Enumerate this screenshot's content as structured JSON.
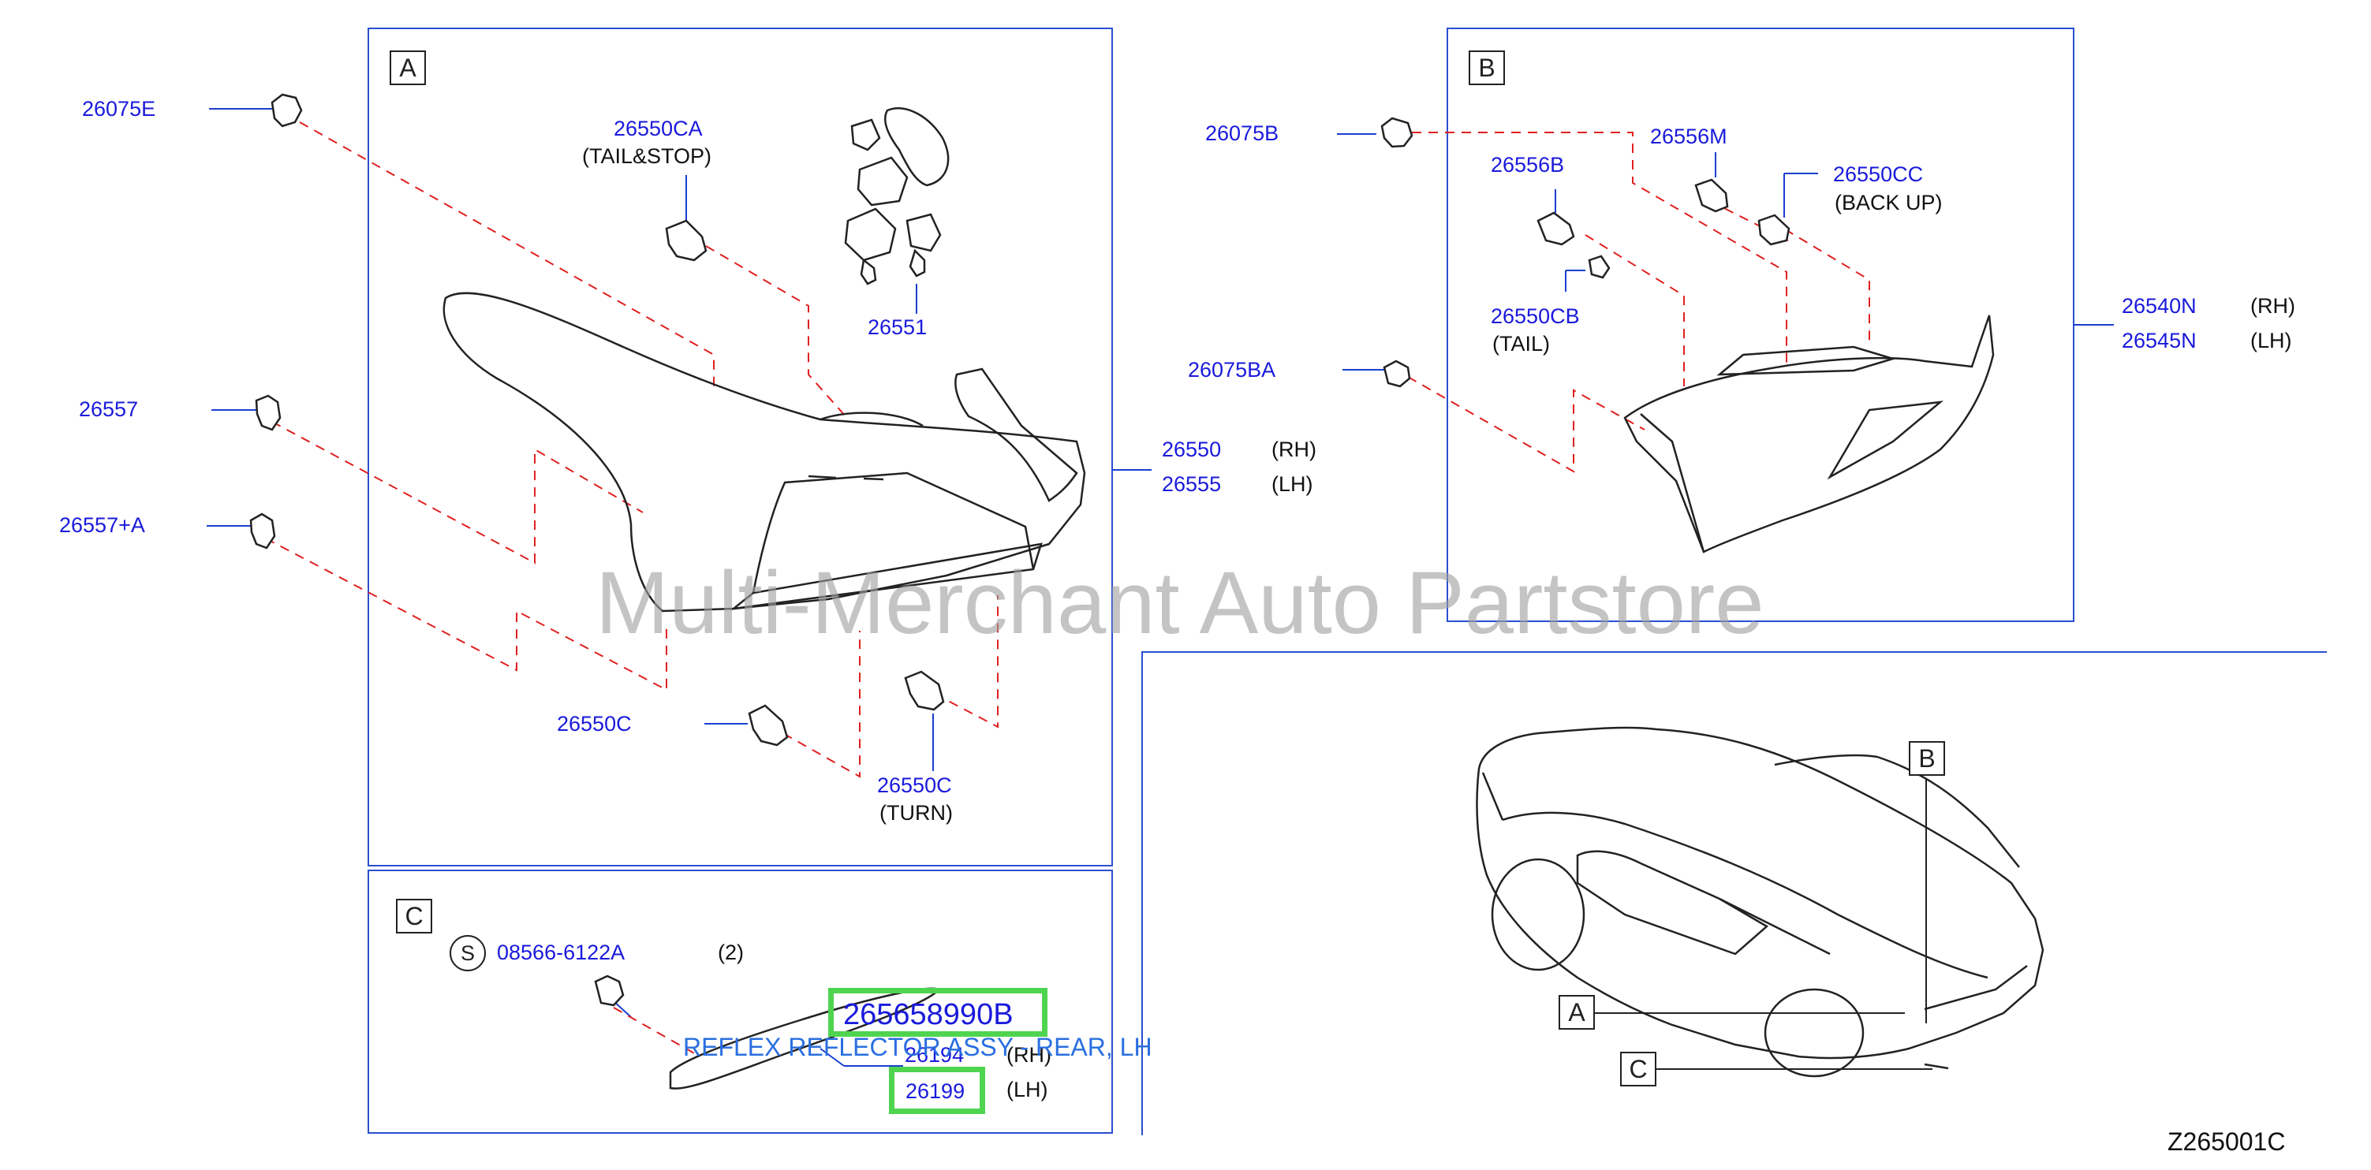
{
  "diagram_code": "Z265001C",
  "watermark": "Multi-Merchant Auto Partstore",
  "sections": {
    "a": "A",
    "b": "B",
    "c": "C"
  },
  "parts": {
    "p26075E": "26075E",
    "p26550CA": "26550CA",
    "n_tail_stop": "(TAIL&STOP)",
    "p26551": "26551",
    "p26557": "26557",
    "p26557A": "26557+A",
    "p26550": "26550",
    "n_rh1": "(RH)",
    "p26555": "26555",
    "n_lh1": "(LH)",
    "p26550C_1": "26550C",
    "p26550C_2": "26550C",
    "n_turn": "(TURN)",
    "p26075B": "26075B",
    "p26556M": "26556M",
    "p26556B": "26556B",
    "p26550CC": "26550CC",
    "n_backup": "(BACK   UP)",
    "p26550CB": "26550CB",
    "n_tail": "(TAIL)",
    "p26075BA": "26075BA",
    "p26540N": "26540N",
    "n_rh2": "(RH)",
    "p26545N": "26545N",
    "n_lh2": "(LH)",
    "s_mark": "S",
    "p08566": "08566-6122A",
    "n_qty2": "(2)",
    "p26194": "26194",
    "n_rh3": "(RH)",
    "p26199": "26199",
    "n_lh3": "(LH)"
  },
  "highlight": {
    "part_number": "265658990B",
    "description": "REFLEX REFLECTOR ASSY - REAR, LH"
  },
  "colors": {
    "part_number": "#1a1adb",
    "leader": "#1a3fd0",
    "dash": "#e02020",
    "highlight": "#4fd44f",
    "tooltip": "#2a6fe0"
  }
}
